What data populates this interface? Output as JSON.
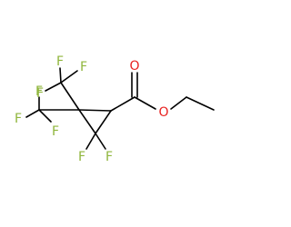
{
  "molecule": {
    "atoms": {
      "f1": "F",
      "f2": "F",
      "f3": "F",
      "f4": "F",
      "f5": "F",
      "f6": "F",
      "f7": "F",
      "f8": "F",
      "o_carbonyl": "O",
      "o_ester": "O"
    }
  },
  "colors": {
    "fluorine": "#8fb63c",
    "oxygen": "#e8211f",
    "bond": "#000000"
  }
}
